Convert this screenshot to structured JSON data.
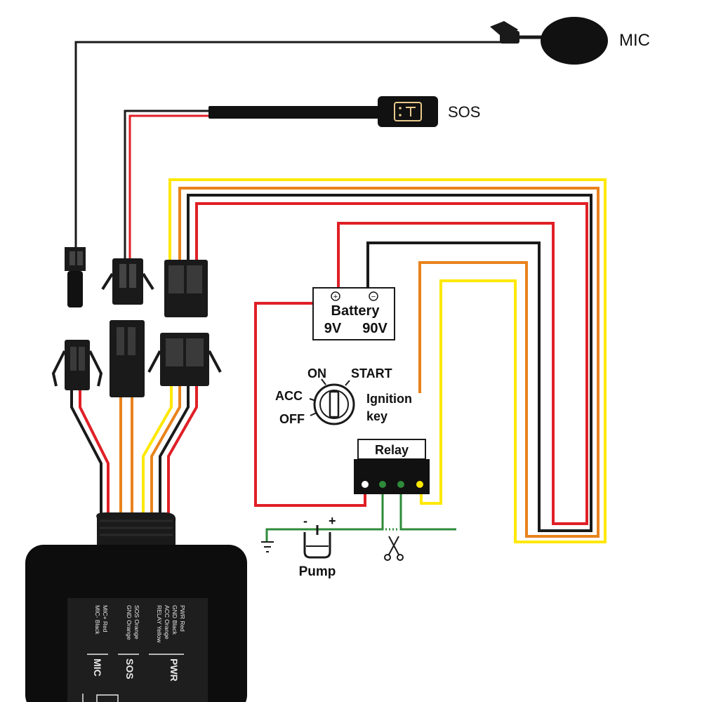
{
  "labels": {
    "mic": "MIC",
    "sos": "SOS",
    "battery_title": "Battery",
    "battery_v1": "9V",
    "battery_v2": "90V",
    "battery_plus": "+",
    "battery_minus": "−",
    "key_on": "ON",
    "key_start": "START",
    "key_acc": "ACC",
    "key_off": "OFF",
    "ignition_line1": "Ignition",
    "ignition_line2": "key",
    "relay": "Relay",
    "pump": "Pump",
    "pump_minus": "-",
    "pump_plus": "+"
  },
  "device_label": {
    "pwr_title": "PWR",
    "pwr_lines": [
      "PWR Red",
      "GND Black",
      "ACC  Orange",
      "RELAY  Yellow"
    ],
    "sos_title": "SOS",
    "sos_lines": [
      "SOS Orange",
      "GND Orange"
    ],
    "mic_title": "MIC",
    "mic_lines": [
      "MIC+ Red",
      "MIC-  Black"
    ]
  },
  "wire_colors": {
    "red": "#e01f26",
    "black": "#1a1a1a",
    "orange": "#e8831c",
    "yellow": "#ffe800",
    "green": "#2e8b3a"
  },
  "icons": [
    "microphone-icon",
    "sos-button-icon",
    "ignition-key-icon",
    "ground-icon",
    "scissors-icon",
    "pump-icon"
  ]
}
